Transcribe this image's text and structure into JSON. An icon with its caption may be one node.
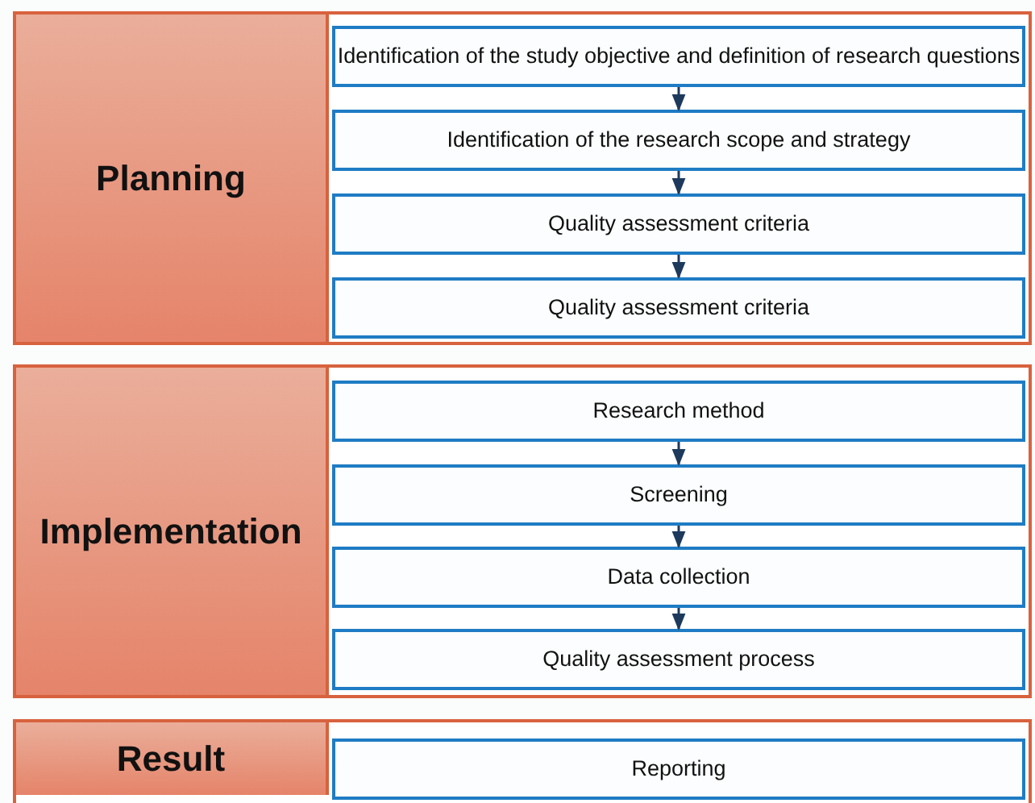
{
  "diagram": {
    "nodes": [
      {
        "text": [
          "Planning"
        ]
      },
      {
        "text": [
          "Identification of the study objective and definition of research questions"
        ],
        "in": 0
      },
      {
        "text": [
          "Identification of the research scope and strategy"
        ],
        "in": 0
      },
      {
        "text": [
          "Quality assessment criteria"
        ],
        "in": 0
      },
      {
        "text": [
          "Quality assessment criteria"
        ],
        "in": 0
      },
      {
        "text": [
          "Implementation"
        ]
      },
      {
        "text": [
          "Research method"
        ],
        "in": 5
      },
      {
        "text": [
          "Screening"
        ],
        "in": 5
      },
      {
        "text": [
          "Data collection"
        ],
        "in": 5
      },
      {
        "text": [
          "Quality assessment process"
        ],
        "in": 5
      },
      {
        "text": [
          "Result"
        ]
      },
      {
        "text": [
          "Reporting"
        ],
        "in": 10
      }
    ],
    "edges": [
      {
        "from": 1,
        "to": 2,
        "arrow": "to"
      },
      {
        "from": 2,
        "to": 3,
        "arrow": "to"
      },
      {
        "from": 3,
        "to": 4,
        "arrow": "to"
      },
      {
        "from": 6,
        "to": 7,
        "arrow": "to"
      },
      {
        "from": 7,
        "to": 8,
        "arrow": "to"
      },
      {
        "from": 8,
        "to": 9,
        "arrow": "to"
      }
    ]
  }
}
